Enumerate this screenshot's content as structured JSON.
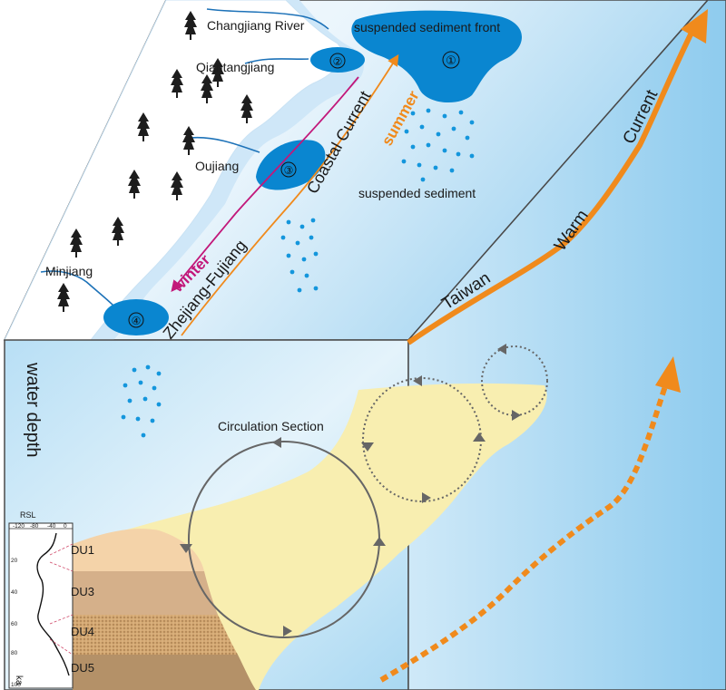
{
  "rivers": {
    "changjiang": "Changjiang River",
    "qiantangjiang": "Qiantangjiang",
    "oujiang": "Oujiang",
    "minjiang": "Minjiang"
  },
  "sediment": {
    "front": "suspended sediment front",
    "suspended": "suspended sediment"
  },
  "markers": [
    "①",
    "②",
    "③",
    "④"
  ],
  "currents": {
    "coastal_1": "Coastal Current",
    "coastal_2": "Zhejiang-Fujiang",
    "winter": "winter",
    "summer": "summer",
    "warm_1": "Taiwan",
    "warm_2": "Warm",
    "warm_3": "Current"
  },
  "section": {
    "side_label": "water depth",
    "circulation": "Circulation Section"
  },
  "rsl": {
    "title": "RSL",
    "x_ticks": [
      "-120",
      "-80",
      "-40",
      "0"
    ],
    "y_ticks": [
      "20",
      "40",
      "60",
      "80",
      "100"
    ],
    "y_unit": "ka"
  },
  "units": [
    "DU1",
    "DU3",
    "DU4",
    "DU5"
  ],
  "colors": {
    "winter": "#c2187a",
    "summer": "#f08a1c",
    "warm_current": "#f08a1c",
    "sediment_blue": "#0a86d0",
    "sand": "#f8eeb0"
  }
}
